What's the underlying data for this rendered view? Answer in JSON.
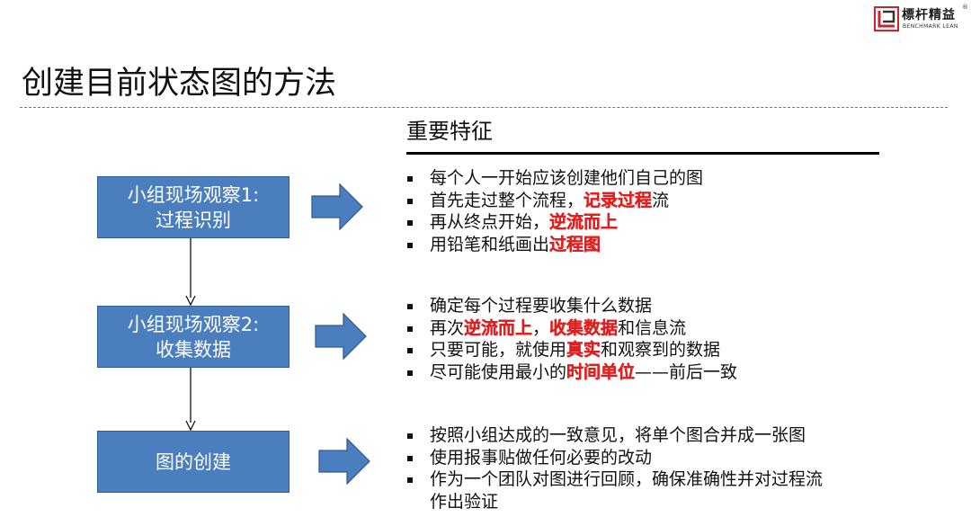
{
  "logo": {
    "name": "標杆精益",
    "reg": "®",
    "sub": "BENCHMARK LEAN"
  },
  "title": "创建目前状态图的方法",
  "section_title": "重要特征",
  "steps": [
    {
      "line1": "小组现场观察1:",
      "line2": "过程识别"
    },
    {
      "line1": "小组现场观察2:",
      "line2": "收集数据"
    },
    {
      "line1": "图的创建",
      "line2": ""
    }
  ],
  "groups": [
    {
      "bullets": [
        {
          "pre": "每个人一开始应该创建他们自己的图",
          "hl": "",
          "post": ""
        },
        {
          "pre": "首先走过整个流程，",
          "hl": "记录过程",
          "post": "流"
        },
        {
          "pre": "再从终点开始，",
          "hl": "逆流而上",
          "post": ""
        },
        {
          "pre": "用铅笔和纸画出",
          "hl": "过程图",
          "post": ""
        }
      ]
    },
    {
      "bullets": [
        {
          "pre": "确定每个过程要收集什么数据",
          "hl": "",
          "post": ""
        },
        {
          "pre": "再次",
          "hl": "逆流而上",
          "mid": "，",
          "hl2": "收集数据",
          "post": "和信息流"
        },
        {
          "pre": "只要可能，就使用",
          "hl": "真实",
          "post": "和观察到的数据"
        },
        {
          "pre": "尽可能使用最小的",
          "hl": "时间单位",
          "post": "——前后一致"
        }
      ]
    },
    {
      "bullets": [
        {
          "pre": "按照小组达成的一致意见，将单个图合并成一张图",
          "hl": "",
          "post": ""
        },
        {
          "pre": "使用报事贴做任何必要的改动",
          "hl": "",
          "post": ""
        },
        {
          "pre": "作为一个团队对图进行回顾，确保准确性并对过程流",
          "hl": "",
          "post": ""
        },
        {
          "pre": "作出验证",
          "hl": "",
          "post": "",
          "continuation": true
        }
      ]
    }
  ],
  "colors": {
    "box_fill": "#4a7ebf",
    "highlight": "#e02020",
    "logo_red": "#c8262c"
  }
}
